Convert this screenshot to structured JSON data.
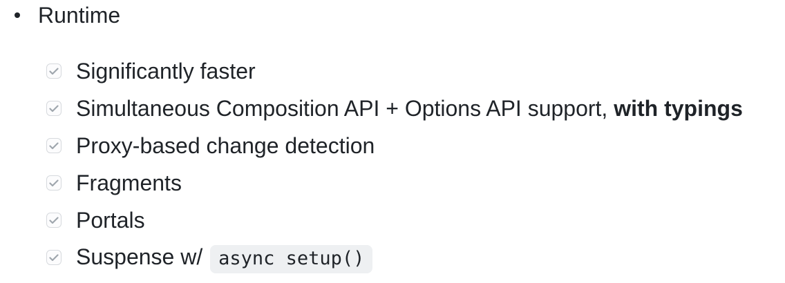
{
  "theme": {
    "background": "#ffffff",
    "text_color": "#1f2328",
    "checkbox_border": "#d6d9dd",
    "checkbox_background": "#fcfcfd",
    "checkmark_color": "#9fa6ad",
    "code_background": "#eef0f2"
  },
  "outline": {
    "bullet_label": "Runtime"
  },
  "task_list": {
    "items": [
      {
        "checked": true,
        "parts": [
          {
            "style": "normal",
            "text": "Significantly faster"
          }
        ]
      },
      {
        "checked": true,
        "parts": [
          {
            "style": "normal",
            "text": "Simultaneous Composition API + Options API support, "
          },
          {
            "style": "bold",
            "text": "with typings"
          }
        ]
      },
      {
        "checked": true,
        "parts": [
          {
            "style": "normal",
            "text": "Proxy-based change detection"
          }
        ]
      },
      {
        "checked": true,
        "parts": [
          {
            "style": "normal",
            "text": "Fragments"
          }
        ]
      },
      {
        "checked": true,
        "parts": [
          {
            "style": "normal",
            "text": "Portals"
          }
        ]
      },
      {
        "checked": true,
        "parts": [
          {
            "style": "normal",
            "text": "Suspense w/ "
          },
          {
            "style": "code",
            "text": "async setup()"
          }
        ]
      }
    ]
  }
}
